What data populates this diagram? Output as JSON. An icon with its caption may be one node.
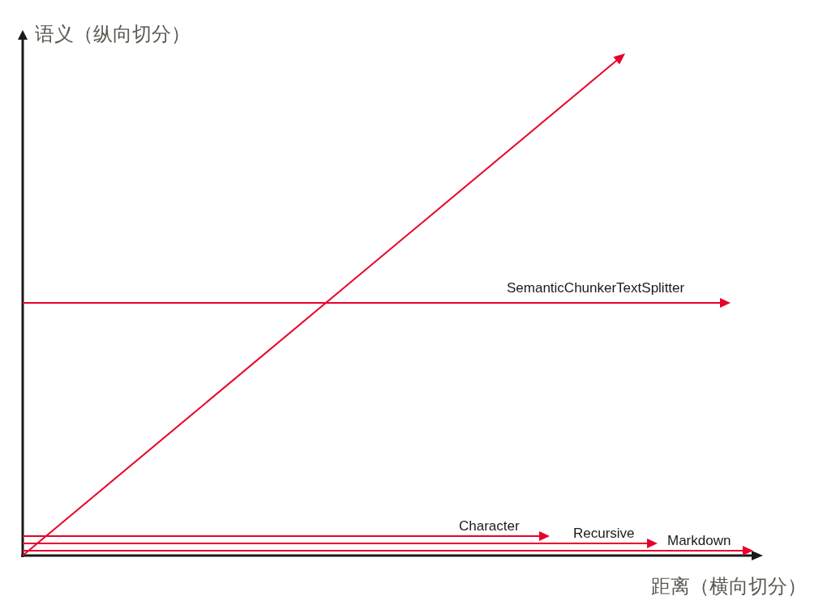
{
  "diagram": {
    "labels": [
      "语义（纵向切分）",
      "SemanticChunkerTextSplitter",
      "Character",
      "Recursive",
      "Markdown",
      "距离（横向切分）"
    ]
  }
}
